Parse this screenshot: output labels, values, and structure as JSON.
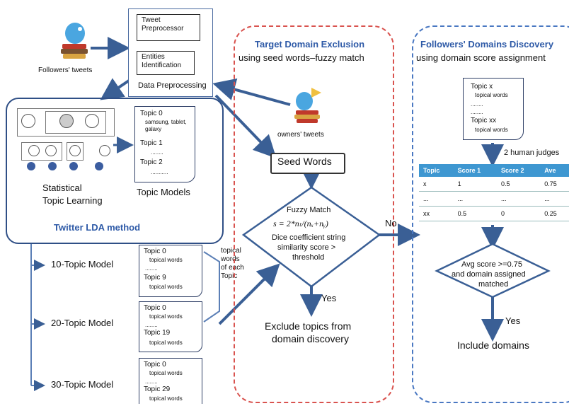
{
  "followers": {
    "label": "Followers' tweets"
  },
  "owners": {
    "label": "owners' tweets"
  },
  "preprocess": {
    "tweet_preprocessor": "Tweet Preprocessor",
    "entities": "Entities Identification",
    "title": "Data Preprocessing"
  },
  "lda": {
    "stat_label_1": "Statistical",
    "stat_label_2": "Topic Learning",
    "models_label": "Topic Models",
    "method_label": "Twitter LDA method",
    "topic_doc": {
      "t0": "Topic 0",
      "t0_words": "samsung, tablet, galaxy",
      "t1": "Topic 1",
      "dots1": "........",
      "t2": "Topic 2",
      "dots2": "..........."
    }
  },
  "topic_models": [
    {
      "label": "10-Topic Model",
      "first": "Topic 0",
      "first_words": "topical words",
      "mid": "........",
      "last": "Topic 9",
      "last_words": "topical words"
    },
    {
      "label": "20-Topic Model",
      "first": "Topic 0",
      "first_words": "topical words",
      "mid": "........",
      "last": "Topic 19",
      "last_words": "topical words"
    },
    {
      "label": "30-Topic Model",
      "first": "Topic 0",
      "first_words": "topical words",
      "mid": "........",
      "last": "Topic 29",
      "last_words": "topical words"
    }
  ],
  "topical_words_note": [
    "topical",
    "words",
    "of each",
    "Topic"
  ],
  "target": {
    "title": "Target Domain Exclusion",
    "subtitle": "using seed words–fuzzy match",
    "seed_words": "Seed Words",
    "fuzzy_title": "Fuzzy Match",
    "formula": "s = 2*nₜ/(nₓ+nᵧ)",
    "desc_1": "Dice coefficient string",
    "desc_2": "similarity score >",
    "desc_3": "threshold",
    "no": "No",
    "yes": "Yes",
    "exclude_1": "Exclude topics from",
    "exclude_2": "domain discovery"
  },
  "followers_domains": {
    "title": "Followers' Domains Discovery",
    "subtitle": "using domain score assignment",
    "doc": {
      "t1": "Topic x",
      "w1": "topical words",
      "dots1": "........",
      "dots2": "........",
      "t2": "Topic xx",
      "w2": "topical words"
    },
    "judges": "2 human judges",
    "table": {
      "headers": [
        "Topic",
        "Score 1",
        "Score 2",
        "Ave"
      ],
      "rows": [
        [
          "x",
          "1",
          "0.5",
          "0.75"
        ],
        [
          "...",
          "...",
          "...",
          "..."
        ],
        [
          "xx",
          "0.5",
          "0",
          "0.25"
        ]
      ]
    },
    "avg_1": "Avg score >=0.75",
    "avg_2": "and domain assigned",
    "avg_3": "matched",
    "yes": "Yes",
    "include": "Include domains"
  },
  "colors": {
    "accent": "#2e5aa7",
    "arrow": "#3a5f95",
    "red_dash": "#d9534f",
    "blue_dash": "#4a78c2",
    "table_header": "#3e97d1"
  }
}
